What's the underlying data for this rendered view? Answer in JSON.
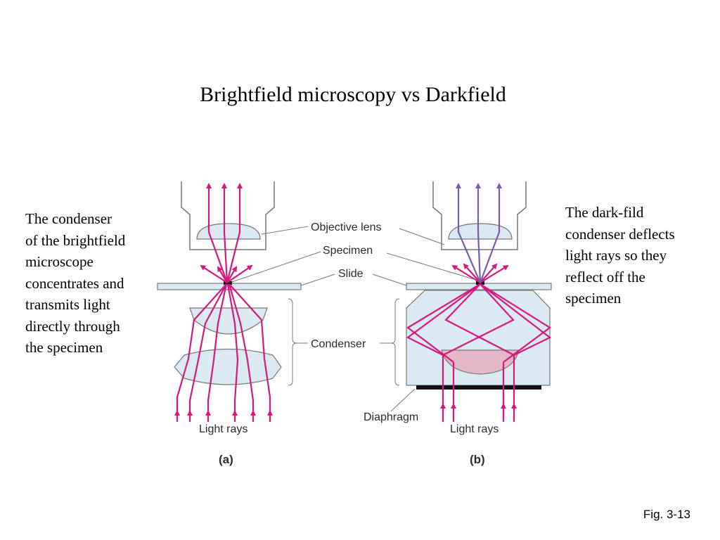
{
  "title": "Brightfield microscopy vs Darkfield",
  "left_note": {
    "lines": [
      "The condenser",
      "of the brightfield",
      "microscope",
      "concentrates and",
      "transmits light",
      "directly through",
      "the specimen"
    ]
  },
  "right_note": {
    "lines": [
      "The dark-fild",
      "condenser deflects",
      "light rays so they",
      "reflect off the",
      "specimen"
    ]
  },
  "diagram": {
    "labels": {
      "objective_lens": "Objective lens",
      "specimen": "Specimen",
      "slide": "Slide",
      "condenser": "Condenser",
      "diaphragm": "Diaphragm",
      "light_rays_a": "Light rays",
      "light_rays_b": "Light rays",
      "panel_a": "(a)",
      "panel_b": "(b)"
    },
    "colors": {
      "brightfield_ray": "#d6177e",
      "darkfield_output_ray": "#7b5aa6",
      "lens_fill": "#dbe9f2",
      "condenser_body": "#dbe9f2",
      "darkfield_lens": "#e4b8c8",
      "outline": "#666666"
    }
  },
  "figure_ref": "Fig. 3-13"
}
